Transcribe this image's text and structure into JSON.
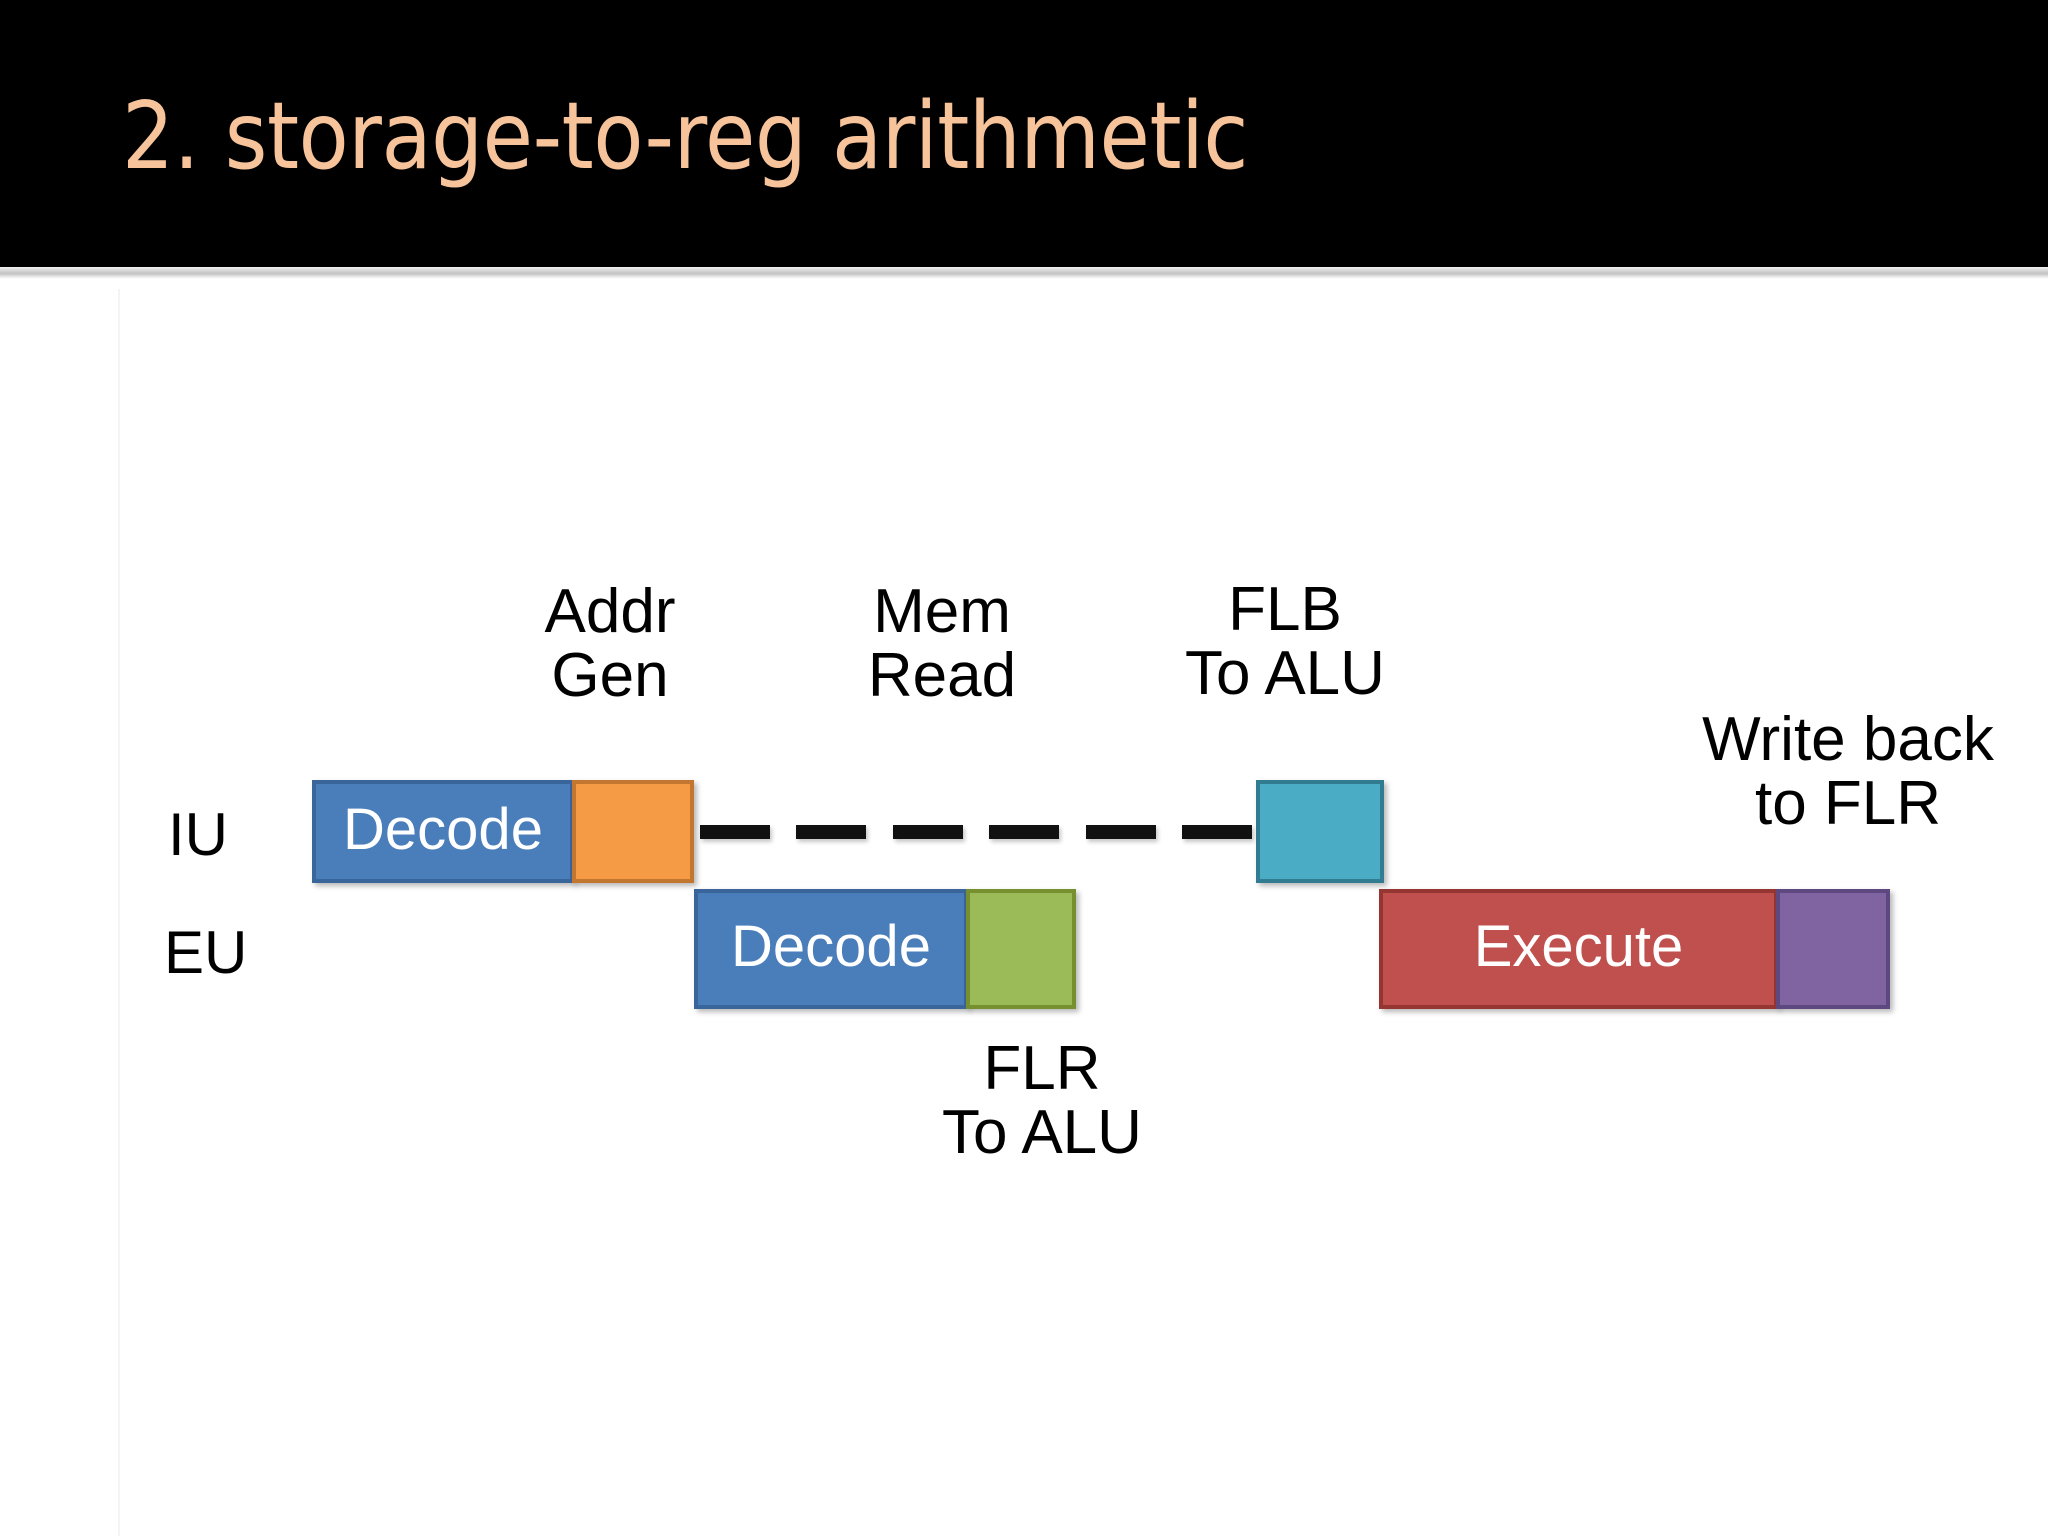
{
  "slide": {
    "title": "2. storage-to-reg arithmetic",
    "title_color": "#F7C39A",
    "title_bar_color": "#000000",
    "background_color": "#ffffff"
  },
  "diagram": {
    "row_labels": [
      {
        "name": "iu",
        "text": "IU"
      },
      {
        "name": "eu",
        "text": "EU"
      }
    ],
    "annotations": [
      {
        "name": "addr-gen",
        "text": "Addr\nGen"
      },
      {
        "name": "mem-read",
        "text": "Mem\nRead"
      },
      {
        "name": "flb-to-alu",
        "text": "FLB\nTo ALU"
      },
      {
        "name": "write-back-to-flr",
        "text": "Write back\nto FLR"
      },
      {
        "name": "flr-to-alu",
        "text": "FLR\nTo ALU"
      }
    ],
    "stages": [
      {
        "name": "iu-decode",
        "label": "Decode",
        "color": "#4A7EBB"
      },
      {
        "name": "iu-addr-gen",
        "label": "",
        "color": "#F59A45"
      },
      {
        "name": "iu-flb",
        "label": "",
        "color": "#4BACC6"
      },
      {
        "name": "eu-decode",
        "label": "Decode",
        "color": "#4A7EBB"
      },
      {
        "name": "eu-flr",
        "label": "",
        "color": "#9BBB59"
      },
      {
        "name": "eu-execute",
        "label": "Execute",
        "color": "#C0504D"
      },
      {
        "name": "eu-writeback",
        "label": "",
        "color": "#8064A2"
      }
    ],
    "connector": {
      "name": "mem-read-dashed-connector",
      "dash_count": 6,
      "color": "#111111"
    }
  }
}
